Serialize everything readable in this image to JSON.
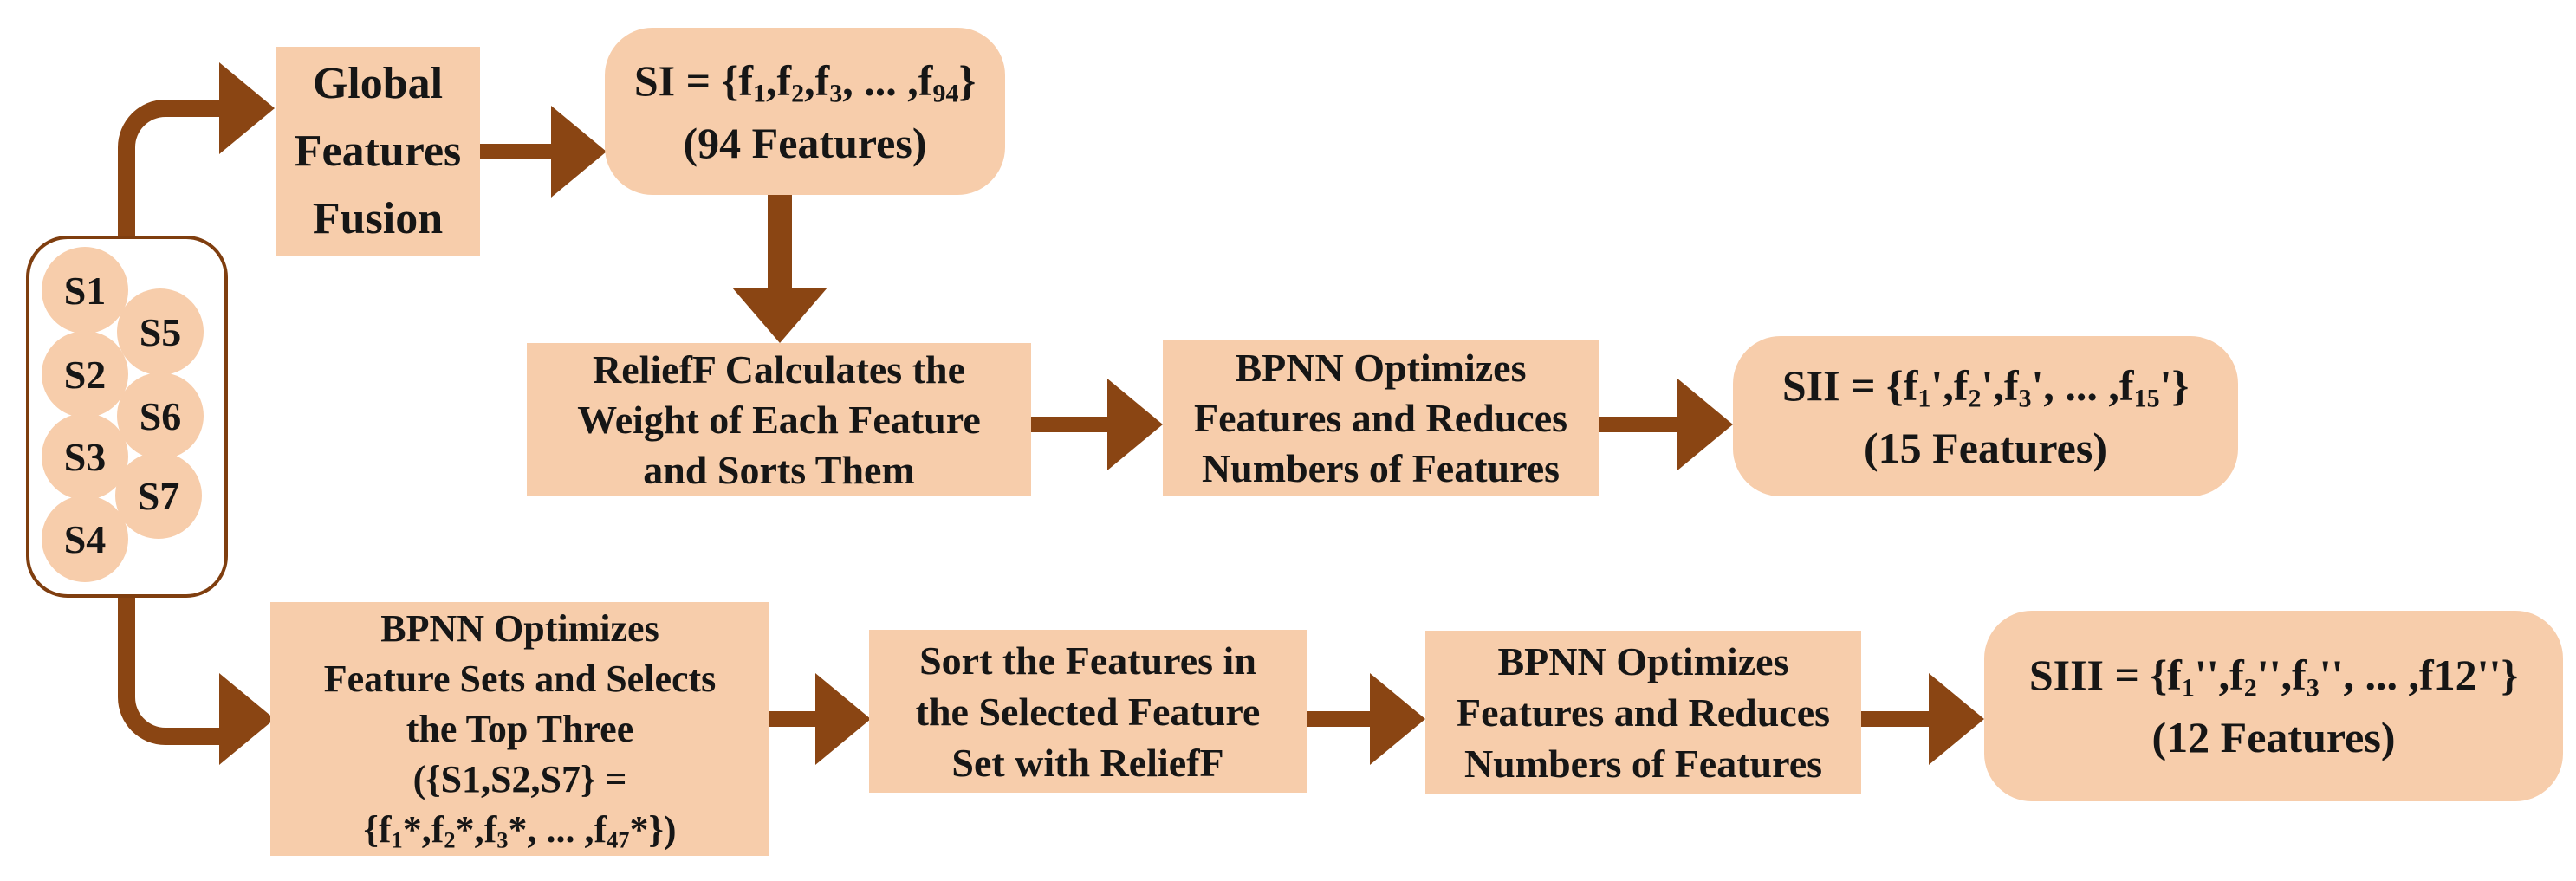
{
  "palette": {
    "box_fill": "#F7CDAB",
    "arrow_brown": "#8A4513",
    "container_border": "#7F3E0F",
    "text_color": "#161616",
    "background": "#FFFFFF"
  },
  "sources": {
    "items": [
      "S1",
      "S2",
      "S3",
      "S4",
      "S5",
      "S6",
      "S7"
    ]
  },
  "top_flow": {
    "fusion": {
      "lines": [
        "Global",
        "Features",
        "Fusion"
      ]
    },
    "si": {
      "formula": [
        {
          "t": "SI = {f"
        },
        {
          "s": "1"
        },
        {
          "t": ",f"
        },
        {
          "s": "2"
        },
        {
          "t": ",f"
        },
        {
          "s": "3"
        },
        {
          "t": ", ... ,f"
        },
        {
          "s": "94"
        },
        {
          "t": "}"
        }
      ],
      "caption": "(94 Features)"
    },
    "relieff": {
      "lines": [
        "ReliefF Calculates the",
        "Weight of Each Feature",
        "and Sorts Them"
      ]
    },
    "bpnn_reduce": {
      "lines": [
        "BPNN Optimizes",
        "Features and Reduces",
        "Numbers of Features"
      ]
    },
    "sii": {
      "formula": [
        {
          "t": "SII = {f"
        },
        {
          "s": "1"
        },
        {
          "t": "',f"
        },
        {
          "s": "2"
        },
        {
          "t": "',f"
        },
        {
          "s": "3"
        },
        {
          "t": "', ... ,f"
        },
        {
          "s": "15"
        },
        {
          "t": "'}"
        }
      ],
      "caption": "(15 Features)"
    }
  },
  "bottom_flow": {
    "bpnn_select": {
      "lines": [
        "BPNN Optimizes",
        "Feature Sets and Selects",
        "the Top Three",
        "({S1,S2,S7} ="
      ],
      "formula": [
        {
          "t": "{f"
        },
        {
          "s": "1"
        },
        {
          "t": "*,f"
        },
        {
          "s": "2"
        },
        {
          "t": "*,f"
        },
        {
          "s": "3"
        },
        {
          "t": "*, ... ,f"
        },
        {
          "s": "47"
        },
        {
          "t": "*})"
        }
      ]
    },
    "sort": {
      "lines": [
        "Sort the Features in",
        "the Selected Feature",
        "Set with ReliefF"
      ]
    },
    "bpnn_reduce": {
      "lines": [
        "BPNN Optimizes",
        "Features and Reduces",
        "Numbers of Features"
      ]
    },
    "siii": {
      "formula": [
        {
          "t": "SIII = {f"
        },
        {
          "s": "1"
        },
        {
          "t": "'',f"
        },
        {
          "s": "2"
        },
        {
          "t": "'',f"
        },
        {
          "s": "3"
        },
        {
          "t": "'', ... ,f12''}"
        }
      ],
      "caption": "(12 Features)"
    }
  }
}
